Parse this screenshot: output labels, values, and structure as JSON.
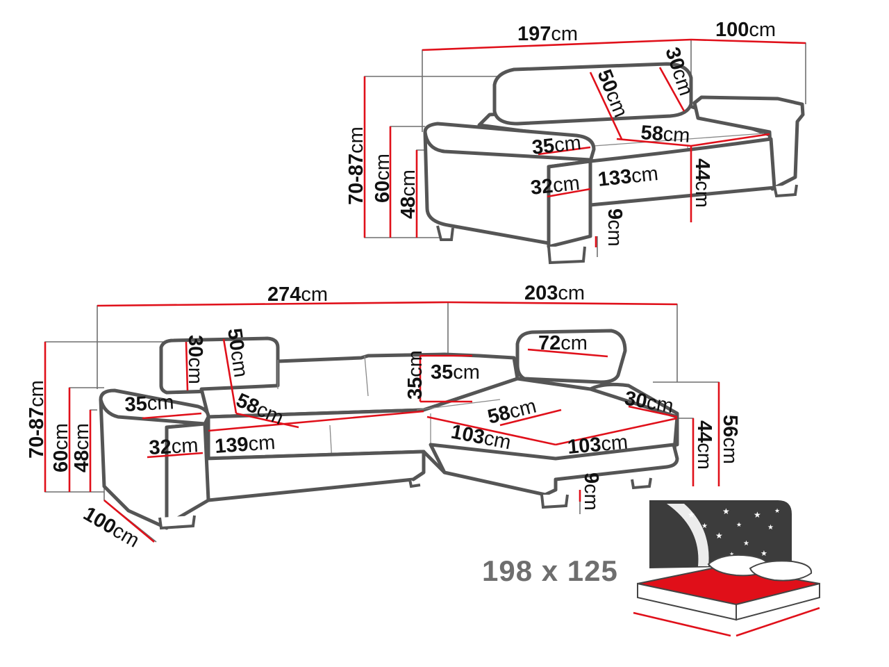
{
  "unit": "cm",
  "sofa": {
    "width": "197",
    "depth": "100",
    "height": "70-87",
    "back_height": "60",
    "armrest_height": "48",
    "headrest_depth": "50",
    "headrest_height": "30",
    "armrest_width": "35",
    "armrest_side": "32",
    "seat_width": "133",
    "seat_depth": "58",
    "seat_height": "44",
    "leg_height": "9"
  },
  "corner": {
    "width": "274",
    "chaise_width": "203",
    "depth": "100",
    "height": "70-87",
    "back_height": "60",
    "armrest_height": "48",
    "headrest_height": "30",
    "headrest_depth": "50",
    "armrest_width": "35",
    "armrest_side": "32",
    "seat_depth": "58",
    "seat_width": "139",
    "cushion_width": "35",
    "cushion_height": "35",
    "headrest_width": "72",
    "chaise_seat_depth": "58",
    "chaise_length": "103",
    "chaise_front": "103",
    "chaise_arm_height": "30",
    "seat_height": "44",
    "chaise_height": "56",
    "leg_height": "9"
  },
  "bed": {
    "size": "198 x 125"
  }
}
